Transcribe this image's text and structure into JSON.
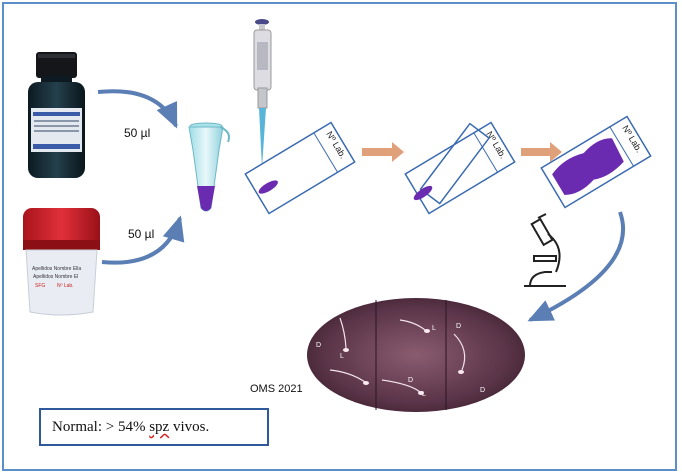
{
  "volumes": {
    "stain": "50 µl",
    "semen": "50 µl"
  },
  "jar_label": {
    "line1": "Apellidos Nombre Ella",
    "line2": "Apellidos Nombre El",
    "code1": "SFG",
    "code2": "Nº Lab."
  },
  "slide_label": "Nº Lab.",
  "reference": "OMS 2021",
  "result": {
    "prefix": "Normal: > 54% ",
    "spz": "spz",
    "suffix": " vivos."
  },
  "sperm_labels": [
    "D",
    "L",
    "L",
    "D",
    "D",
    "L",
    "D"
  ],
  "colors": {
    "stain": "#6a2bb0",
    "frame": "#5b8fc9",
    "arrow": "#e0a07a",
    "curve_arrow": "#5b7fb5"
  }
}
